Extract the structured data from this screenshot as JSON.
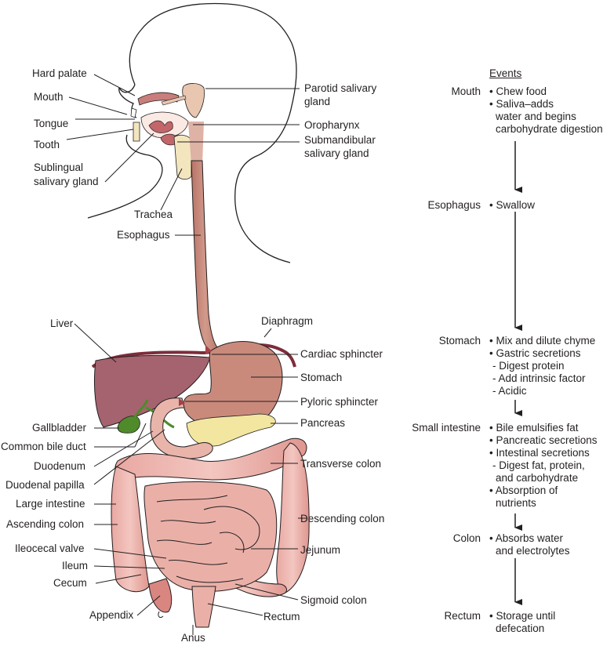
{
  "title": "Digestive system anatomy and events",
  "colors": {
    "outline": "#231f20",
    "organ_pink": "#e8a9a3",
    "organ_pink_dark": "#c9726e",
    "esophagus": "#c98a7c",
    "liver": "#a4636f",
    "stomach": "#c98a7c",
    "gallbladder": "#4f8a2b",
    "pancreas": "#f2e6a0",
    "gland_tan": "#e8c6b0",
    "diaphragm": "#7d2c3a"
  },
  "labels_left": [
    {
      "id": "hard-palate",
      "text": "Hard palate"
    },
    {
      "id": "mouth",
      "text": "Mouth"
    },
    {
      "id": "tongue",
      "text": "Tongue"
    },
    {
      "id": "tooth",
      "text": "Tooth"
    },
    {
      "id": "sublingual-1",
      "text": "Sublingual"
    },
    {
      "id": "sublingual-2",
      "text": "salivary gland"
    },
    {
      "id": "trachea",
      "text": "Trachea"
    },
    {
      "id": "esophagus",
      "text": "Esophagus"
    },
    {
      "id": "liver",
      "text": "Liver"
    },
    {
      "id": "gallbladder",
      "text": "Gallbladder"
    },
    {
      "id": "common-bile-duct",
      "text": "Common bile duct"
    },
    {
      "id": "duodenum",
      "text": "Duodenum"
    },
    {
      "id": "duodenal-papilla",
      "text": "Duodenal papilla"
    },
    {
      "id": "large-intestine",
      "text": "Large intestine"
    },
    {
      "id": "ascending-colon",
      "text": "Ascending colon"
    },
    {
      "id": "ileocecal-valve",
      "text": "Ileocecal valve"
    },
    {
      "id": "ileum",
      "text": "Ileum"
    },
    {
      "id": "cecum",
      "text": "Cecum"
    },
    {
      "id": "appendix",
      "text": "Appendix"
    },
    {
      "id": "anus",
      "text": "Anus"
    }
  ],
  "labels_right": [
    {
      "id": "parotid-1",
      "text": "Parotid salivary"
    },
    {
      "id": "parotid-2",
      "text": "gland"
    },
    {
      "id": "oropharynx",
      "text": "Oropharynx"
    },
    {
      "id": "submandibular-1",
      "text": "Submandibular"
    },
    {
      "id": "submandibular-2",
      "text": "salivary gland"
    },
    {
      "id": "diaphragm",
      "text": "Diaphragm"
    },
    {
      "id": "cardiac-sphincter",
      "text": "Cardiac sphincter"
    },
    {
      "id": "stomach",
      "text": "Stomach"
    },
    {
      "id": "pyloric-sphincter",
      "text": "Pyloric sphincter"
    },
    {
      "id": "pancreas",
      "text": "Pancreas"
    },
    {
      "id": "transverse-colon",
      "text": "Transverse colon"
    },
    {
      "id": "descending-colon",
      "text": "Descending colon"
    },
    {
      "id": "jejunum",
      "text": "Jejunum"
    },
    {
      "id": "sigmoid-colon",
      "text": "Sigmoid colon"
    },
    {
      "id": "rectum",
      "text": "Rectum"
    }
  ],
  "events": {
    "title": "Events",
    "stages": [
      {
        "organ": "Mouth",
        "lines": [
          "• Chew food",
          "• Saliva–adds",
          "   water and begins",
          "   carbohydrate digestion"
        ]
      },
      {
        "organ": "Esophagus",
        "lines": [
          "• Swallow"
        ]
      },
      {
        "organ": "Stomach",
        "lines": [
          "• Mix and dilute chyme",
          "• Gastric secretions",
          "  - Digest protein",
          "  - Add intrinsic factor",
          "  - Acidic"
        ]
      },
      {
        "organ": "Small intestine",
        "lines": [
          "• Bile emulsifies fat",
          "• Pancreatic secretions",
          "• Intestinal secretions",
          "  - Digest fat, protein,",
          "    and carbohydrate",
          "• Absorption of",
          "   nutrients"
        ]
      },
      {
        "organ": "Colon",
        "lines": [
          "• Absorbs water",
          "   and electrolytes"
        ]
      },
      {
        "organ": "Rectum",
        "lines": [
          "• Storage until",
          "   defecation"
        ]
      }
    ]
  }
}
